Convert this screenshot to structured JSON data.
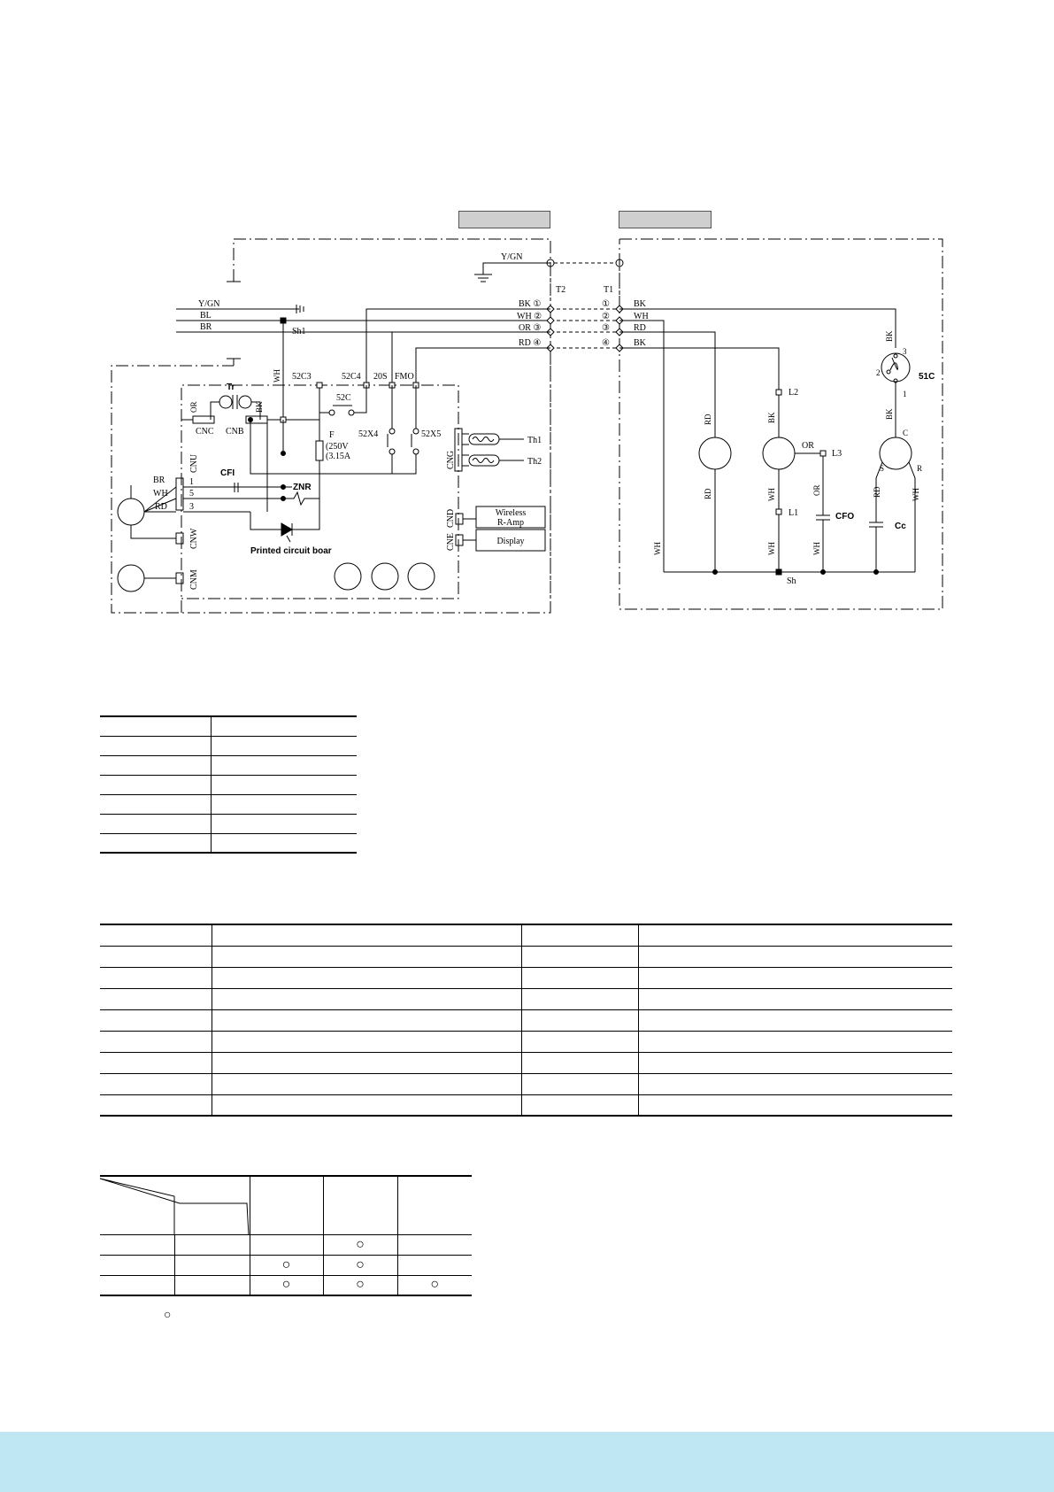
{
  "diagram": {
    "ground_top_label": "Y/GN",
    "terminal_T2": "T2",
    "terminal_T1": "T1",
    "input_wires": {
      "ygn": "Y/GN",
      "bl": "BL",
      "br": "BR",
      "sh1": "Sh1"
    },
    "terminal_rows": [
      {
        "label": "BK ①",
        "right_label": "BK",
        "num": "①"
      },
      {
        "label": "WH ②",
        "right_label": "WH",
        "num": "②"
      },
      {
        "label": "OR ③",
        "right_label": "RD",
        "num": "③"
      },
      {
        "label": "RD ④",
        "right_label": "BK",
        "num": "④"
      }
    ],
    "pcb": {
      "wh_vertical": "WH",
      "relays": [
        "52C3",
        "52C4",
        "20S",
        "FMO"
      ],
      "contact_52c": "52C",
      "transformer": "Tr",
      "tr_or": "OR",
      "tr_bk": "BK",
      "cnc": "CNC",
      "cnb": "CNB",
      "cnu": "CNU",
      "cnw": "CNW",
      "cnm": "CNM",
      "cng": "CNG",
      "cnd": "CND",
      "cne": "CNE",
      "fuse_label": "F",
      "fuse_rating_1": "(250V",
      "fuse_rating_2": "(3.15A",
      "relay_52x4": "52X4",
      "relay_52x5": "52X5",
      "th1": "Th1",
      "th2": "Th2",
      "cfi": "CFI",
      "znr": "ZNR",
      "motor_wires": [
        "BR",
        "WH",
        "RD"
      ],
      "cnu_pins": [
        "1",
        "5",
        "3"
      ],
      "wireless_1": "Wireless",
      "wireless_2": "R-Amp",
      "display": "Display",
      "pcb_label": "Printed circuit boar"
    },
    "outdoor": {
      "rd_top": "RD",
      "rd_bottom": "RD",
      "bk_fan": "BK",
      "wh_fan": "WH",
      "wh_fan2": "WH",
      "l2": "L2",
      "l1": "L1",
      "l3": "L3",
      "or_fan": "OR",
      "or_vert": "OR",
      "wh_vert2": "WH",
      "cfo": "CFO",
      "wh_left": "WH",
      "sh": "Sh",
      "bk_51c_top": "BK",
      "bk_51c_bottom": "BK",
      "olp": "51C",
      "olp_pins": [
        "3",
        "2",
        "1"
      ],
      "comp_pins": {
        "c": "C",
        "s": "S",
        "r": "R"
      },
      "rd_comp": "RD",
      "wh_comp": "WH",
      "cc": "Cc"
    }
  },
  "matrix": {
    "row1": [
      "",
      "",
      "",
      "○",
      ""
    ],
    "row2": [
      "",
      "",
      "○",
      "○",
      ""
    ],
    "row3": [
      "",
      "",
      "○",
      "○",
      "○"
    ],
    "legend_symbol": "○"
  },
  "colors": {
    "footer": "#bfe6f3",
    "header_box": "#cfcfcf"
  }
}
